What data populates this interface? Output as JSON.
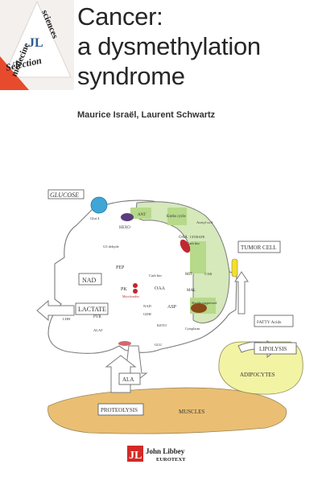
{
  "badge": {
    "left_word": "médecine",
    "right_word": "sciences",
    "center": "JL",
    "bottom": "Sélection",
    "colors": {
      "corner": "#e74a2c",
      "center": "#2d5a8a",
      "text": "#1f1f1f"
    }
  },
  "book": {
    "title_lines": [
      "Cancer:",
      "a dysmethylation",
      "syndrome"
    ],
    "authors": "Maurice Israël, Laurent Schwartz"
  },
  "diagram": {
    "boxes": {
      "glucose": "GLUCOSE",
      "tumor_cell": "TUMOR CELL",
      "nad": "NAD",
      "lactate": "LACTATE",
      "fatty_acids": "FATTY Acids",
      "lipolysis": "LIPOLYSIS",
      "adipocytes": "ADIPOCYTES",
      "ala": "ALA",
      "proteolysis": "PROTEOLYSIS",
      "muscles": "MUSCLES"
    },
    "labels": {
      "glut": "Glut 4",
      "hexo": "HEXO",
      "ant": "ANT",
      "krebs": "Krebs cycle",
      "g3dehyde": "G3 dehyde",
      "citrate": "CITRATE",
      "acetyl_coa": "Acetyl coA",
      "oaa_right": "OAA",
      "carb_kin_right": "Carb kin",
      "pep": "PEP",
      "carb_kin_mid": "Carb kin",
      "oaa_mid": "OAA",
      "mit": "MIT",
      "car": "CAR",
      "pk": "PK",
      "mal": "MAL",
      "mitochondria": "Mitochondria",
      "pyr": "PYR",
      "ldh": "LDH",
      "nad_small": "NAD",
      "gdh": "GDH",
      "keto": "KETO",
      "asp": "ASP",
      "shuttle": "Shuttle\nsuppressed",
      "cytoplasm": "Cytoplasm",
      "alat": "ALAT",
      "glu": "GLU"
    },
    "colors": {
      "outline": "#666666",
      "green": "#b6d98a",
      "yellow_glow": "#f3f3a4",
      "blue": "#3fa6d6",
      "muscle": "#eabf73",
      "red": "#c0282f",
      "lilac": "#5b3d7c",
      "brown_oval": "#8a4a1a"
    }
  },
  "publisher": {
    "logo": "JL",
    "name": "John Libbey",
    "sub": "EUROTEXT",
    "colors": {
      "logo": "#d42a26",
      "text": "#222"
    }
  }
}
